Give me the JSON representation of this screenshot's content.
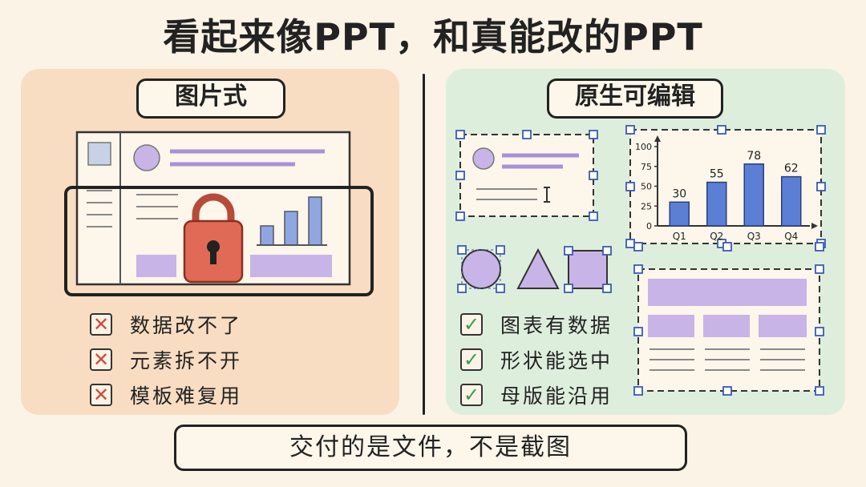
{
  "title": "看起来像PPT，和真能改的PPT",
  "left_panel": {
    "label": "图片式",
    "items": [
      "数据改不了",
      "元素拆不开",
      "模板难复用"
    ],
    "mark": "✕"
  },
  "right_panel": {
    "label": "原生可编辑",
    "items": [
      "图表有数据",
      "形状能选中",
      "母版能沿用"
    ],
    "mark": "✓"
  },
  "footer": "交付的是文件，不是截图",
  "colors": {
    "left_bg": "#f8ddc2",
    "right_bg": "#deeedd",
    "purple": "#c8b4e6",
    "bar_blue": "#5b7fd4",
    "lock_red": "#e06a55"
  },
  "chart_data": {
    "type": "bar",
    "categories": [
      "Q1",
      "Q2",
      "Q3",
      "Q4"
    ],
    "values": [
      30,
      55,
      78,
      62
    ],
    "yticks": [
      0,
      25,
      50,
      75,
      100
    ],
    "ylim": [
      0,
      100
    ]
  }
}
